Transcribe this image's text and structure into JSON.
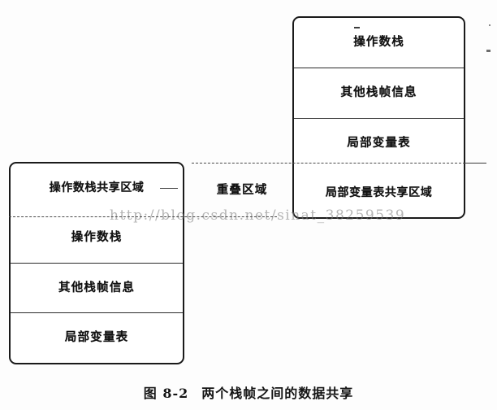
{
  "figure": {
    "number": "图 8-2",
    "title": "两个栈帧之间的数据共享",
    "watermark": "http://blog.csdn.net/sinat_38259539"
  },
  "overlap": {
    "label": "重叠区域"
  },
  "upper_frame": {
    "name": "caller-stack-frame",
    "slots": [
      {
        "label": "操作数栈",
        "shared": false
      },
      {
        "label": "其他栈帧信息",
        "shared": false
      },
      {
        "label": "局部变量表",
        "shared": false
      },
      {
        "label": "局部变量表共享区域",
        "shared": true
      }
    ]
  },
  "lower_frame": {
    "name": "callee-stack-frame",
    "slots": [
      {
        "label": "操作数栈共享区域",
        "shared": true
      },
      {
        "label": "操作数栈",
        "shared": false
      },
      {
        "label": "其他栈帧信息",
        "shared": false
      },
      {
        "label": "局部变量表",
        "shared": false
      }
    ]
  },
  "colors": {
    "frame_border": "#1a1a1a",
    "divider": "#2b2b2b",
    "dashed": "#4a4a4a",
    "text": "#141414",
    "background": "#ffffff",
    "watermark": "rgba(120,120,120,0.55)"
  }
}
